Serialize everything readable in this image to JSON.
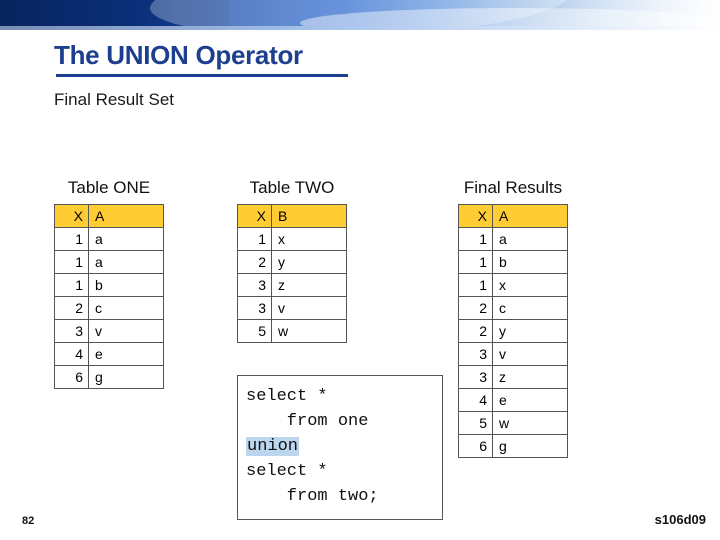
{
  "slide": {
    "title": "The UNION Operator",
    "subtitle": "Final Result Set",
    "page_number": "82",
    "doc_code": "s106d09",
    "accent_color": "#1d3f8f",
    "header_fill": "#ffcc33",
    "highlight_color": "#bcd6ee"
  },
  "tables": [
    {
      "name": "table-one",
      "heading": "Table ONE",
      "columns": [
        "X",
        "A"
      ],
      "rows": [
        [
          "1",
          "a"
        ],
        [
          "1",
          "a"
        ],
        [
          "1",
          "b"
        ],
        [
          "2",
          "c"
        ],
        [
          "3",
          "v"
        ],
        [
          "4",
          "e"
        ],
        [
          "6",
          "g"
        ]
      ]
    },
    {
      "name": "table-two",
      "heading": "Table TWO",
      "columns": [
        "X",
        "B"
      ],
      "rows": [
        [
          "1",
          "x"
        ],
        [
          "2",
          "y"
        ],
        [
          "3",
          "z"
        ],
        [
          "3",
          "v"
        ],
        [
          "5",
          "w"
        ]
      ]
    },
    {
      "name": "final-results",
      "heading": "Final Results",
      "columns": [
        "X",
        "A"
      ],
      "rows": [
        [
          "1",
          "a"
        ],
        [
          "1",
          "b"
        ],
        [
          "1",
          "x"
        ],
        [
          "2",
          "c"
        ],
        [
          "2",
          "y"
        ],
        [
          "3",
          "v"
        ],
        [
          "3",
          "z"
        ],
        [
          "4",
          "e"
        ],
        [
          "5",
          "w"
        ],
        [
          "6",
          "g"
        ]
      ]
    }
  ],
  "code": {
    "line1": "select *",
    "line2": "    from one",
    "keyword": "union",
    "line3": "select *",
    "line4": "    from two;"
  }
}
